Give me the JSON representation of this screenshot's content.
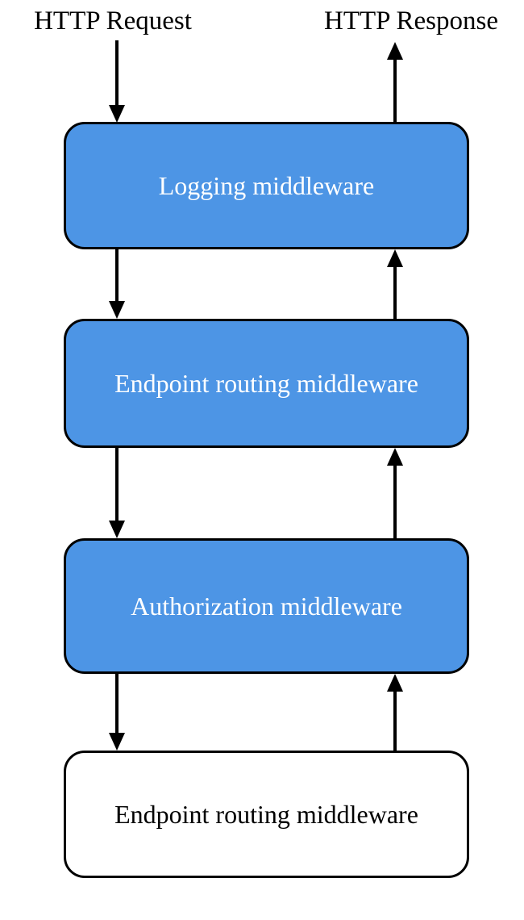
{
  "diagram": {
    "request_label": "HTTP Request",
    "response_label": "HTTP Response",
    "nodes": [
      {
        "id": "logging",
        "label": "Logging middleware",
        "fill": "#4D95E5",
        "text_color": "#FFFFFF"
      },
      {
        "id": "endpoint-routing",
        "label": "Endpoint routing middleware",
        "fill": "#4D95E5",
        "text_color": "#FFFFFF"
      },
      {
        "id": "authorization",
        "label": "Authorization middleware",
        "fill": "#4D95E5",
        "text_color": "#FFFFFF"
      },
      {
        "id": "endpoint-routing-terminal",
        "label": "Endpoint routing middleware",
        "fill": "#FFFFFF",
        "text_color": "#000000"
      }
    ],
    "edges": [
      {
        "from": "HTTP Request",
        "to": "Logging middleware",
        "direction": "down"
      },
      {
        "from": "Logging middleware",
        "to": "HTTP Response",
        "direction": "up"
      },
      {
        "from": "Logging middleware",
        "to": "Endpoint routing middleware",
        "direction": "down"
      },
      {
        "from": "Endpoint routing middleware",
        "to": "Logging middleware",
        "direction": "up"
      },
      {
        "from": "Endpoint routing middleware",
        "to": "Authorization middleware",
        "direction": "down"
      },
      {
        "from": "Authorization middleware",
        "to": "Endpoint routing middleware",
        "direction": "up"
      },
      {
        "from": "Authorization middleware",
        "to": "Endpoint routing middleware",
        "direction": "down"
      },
      {
        "from": "Endpoint routing middleware",
        "to": "Authorization middleware",
        "direction": "up"
      }
    ],
    "colors": {
      "node_fill": "#4D95E5",
      "node_border": "#000000",
      "arrow": "#000000",
      "background": "#FFFFFF",
      "node_text": "#FFFFFF",
      "terminal_node_text": "#000000"
    }
  }
}
